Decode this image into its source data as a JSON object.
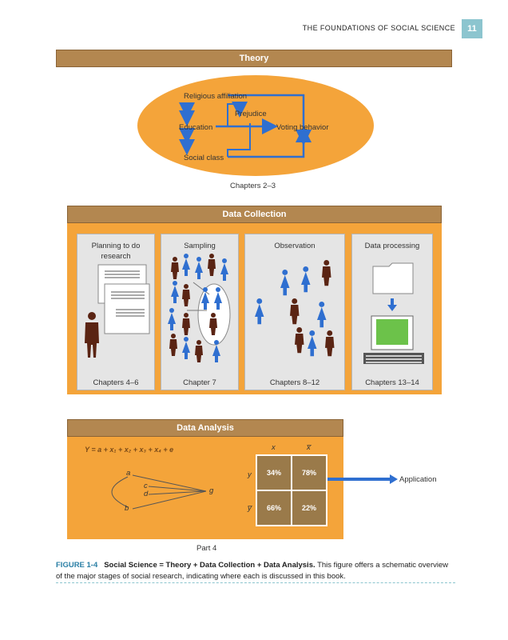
{
  "header": {
    "running_title": "THE FOUNDATIONS OF SOCIAL SCIENCE",
    "page_number": "11"
  },
  "theory": {
    "title": "Theory",
    "variables": [
      "Religious affiliation",
      "Prejudice",
      "Education",
      "Voting behavior",
      "Social class"
    ],
    "chapters": "Chapters 2–3"
  },
  "collection": {
    "title": "Data Collection",
    "panels": [
      {
        "label": "Planning to do research",
        "chapters": "Chapters 4–6"
      },
      {
        "label": "Sampling",
        "chapters": "Chapter 7"
      },
      {
        "label": "Observation",
        "chapters": "Chapters 8–12"
      },
      {
        "label": "Data processing",
        "chapters": "Chapters 13–14"
      }
    ]
  },
  "analysis": {
    "title": "Data Analysis",
    "equation": "Y = a + x₁ + x₂ + x₃ + x₄ + e",
    "letters": [
      "a",
      "c",
      "d",
      "g",
      "b"
    ],
    "table": {
      "col_headers": [
        "x",
        "x̅"
      ],
      "row_headers": [
        "y",
        "y̅"
      ],
      "cells": [
        [
          "34%",
          "78%"
        ],
        [
          "66%",
          "22%"
        ]
      ]
    },
    "application": "Application",
    "part": "Part 4"
  },
  "caption": {
    "figure": "FIGURE 1-4",
    "title": "Social Science = Theory + Data Collection + Data Analysis.",
    "text": "This figure offers a schematic overview of the major stages of social research, indicating where each is discussed in this book."
  },
  "colors": {
    "orange": "#f4a43a",
    "brown_bar": "#b38750",
    "teal": "#8cc5cf",
    "blue": "#2f6fd0",
    "dark_brown": "#5a2413"
  }
}
